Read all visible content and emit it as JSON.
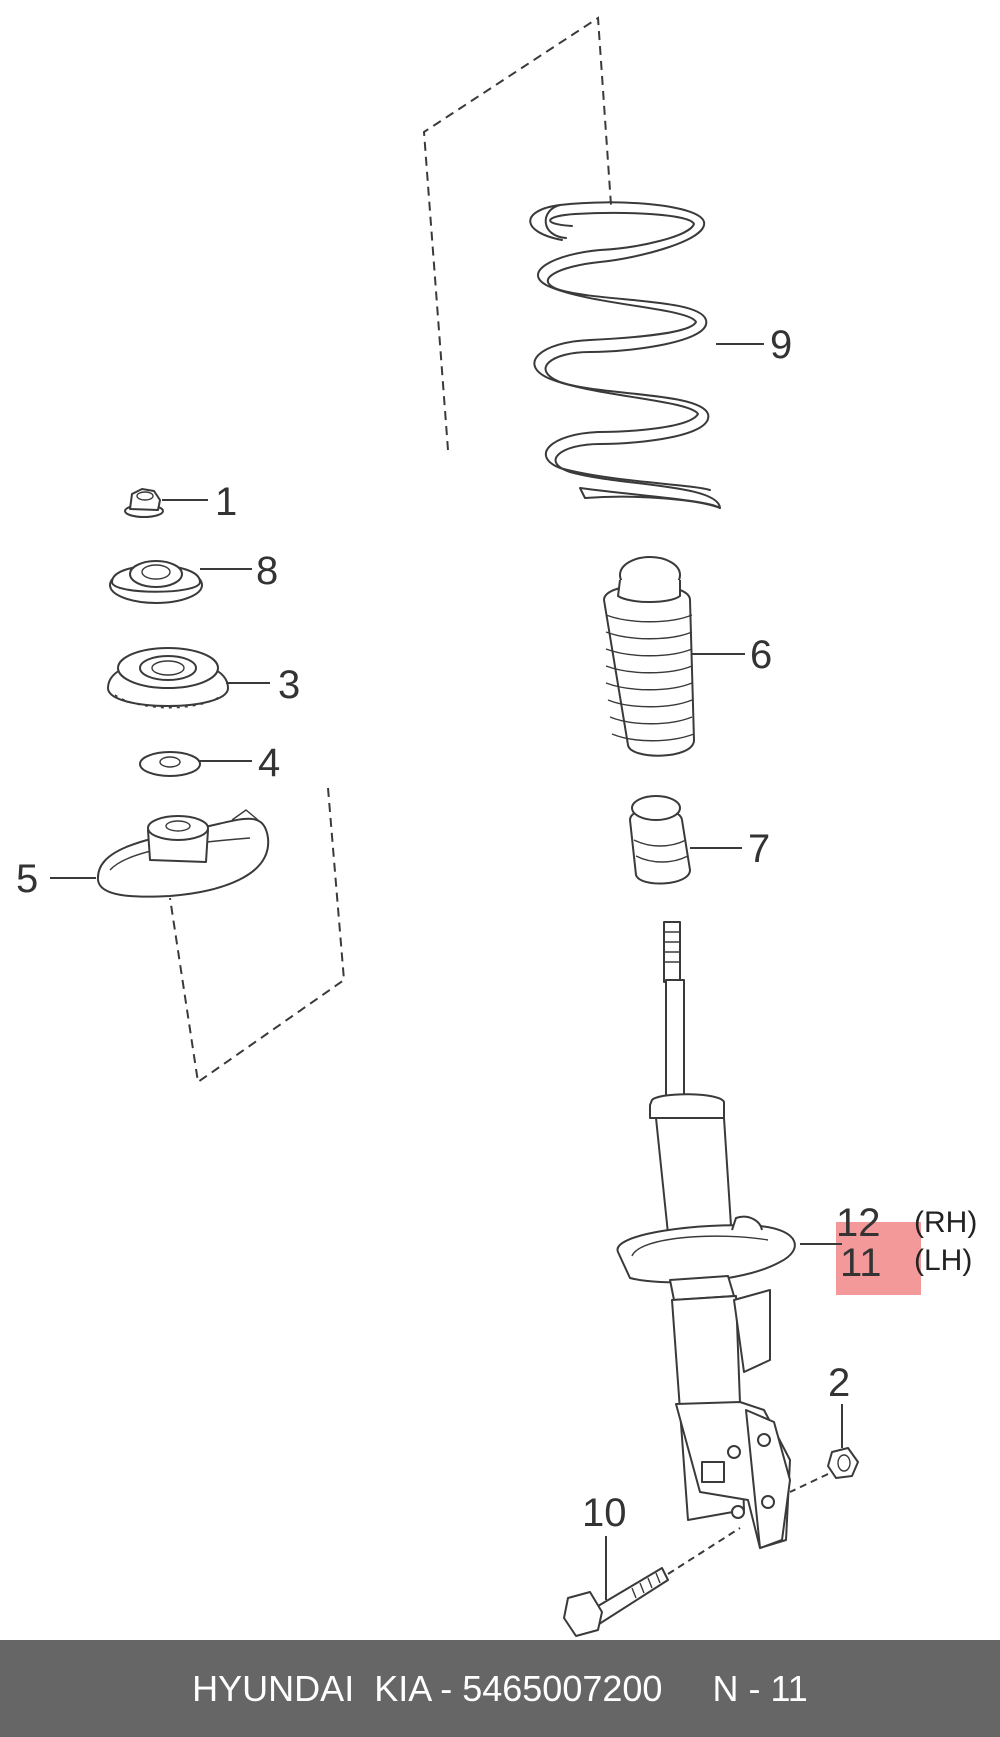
{
  "diagram": {
    "callouts": [
      {
        "id": "1",
        "label": "1"
      },
      {
        "id": "2",
        "label": "2"
      },
      {
        "id": "3",
        "label": "3"
      },
      {
        "id": "4",
        "label": "4"
      },
      {
        "id": "5",
        "label": "5"
      },
      {
        "id": "6",
        "label": "6"
      },
      {
        "id": "7",
        "label": "7"
      },
      {
        "id": "8",
        "label": "8"
      },
      {
        "id": "9",
        "label": "9"
      },
      {
        "id": "10",
        "label": "10"
      },
      {
        "id": "11",
        "label": "11",
        "suffix": "(LH)",
        "highlighted": true
      },
      {
        "id": "12",
        "label": "12",
        "suffix": "(RH)"
      }
    ],
    "highlight_color": "#f08080"
  },
  "footer": {
    "text": "HYUNDAI  KIA - 5465007200     N - 11",
    "background": "#666666"
  }
}
